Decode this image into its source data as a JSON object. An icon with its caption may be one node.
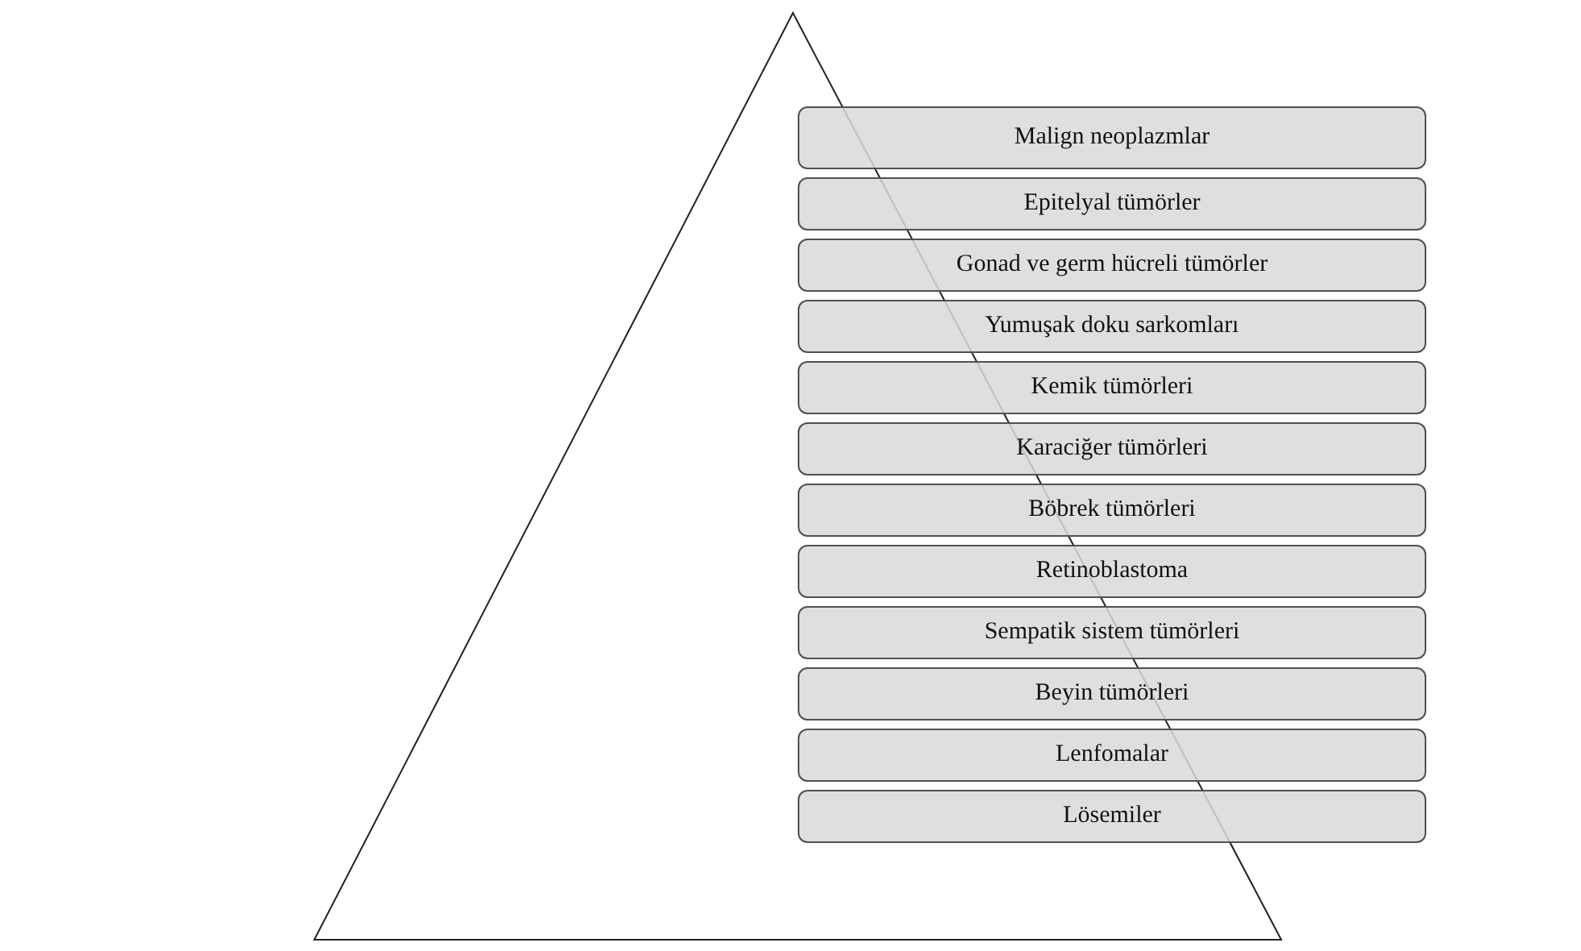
{
  "diagram": {
    "nodes": [
      {
        "text": [
          "Malign neoplazmlar"
        ]
      },
      {
        "text": [
          "Epitelyal tümörler"
        ]
      },
      {
        "text": [
          "Gonad ve germ hücreli tümörler"
        ]
      },
      {
        "text": [
          "Yumuşak doku sarkomları"
        ]
      },
      {
        "text": [
          "Kemik tümörleri"
        ]
      },
      {
        "text": [
          "Karaciğer tümörleri"
        ]
      },
      {
        "text": [
          "Böbrek tümörleri"
        ]
      },
      {
        "text": [
          "Retinoblastoma"
        ]
      },
      {
        "text": [
          "Sempatik sistem tümörleri"
        ]
      },
      {
        "text": [
          "Beyin tümörleri"
        ]
      },
      {
        "text": [
          "Lenfomalar"
        ]
      },
      {
        "text": [
          "Lösemiler"
        ]
      }
    ]
  }
}
